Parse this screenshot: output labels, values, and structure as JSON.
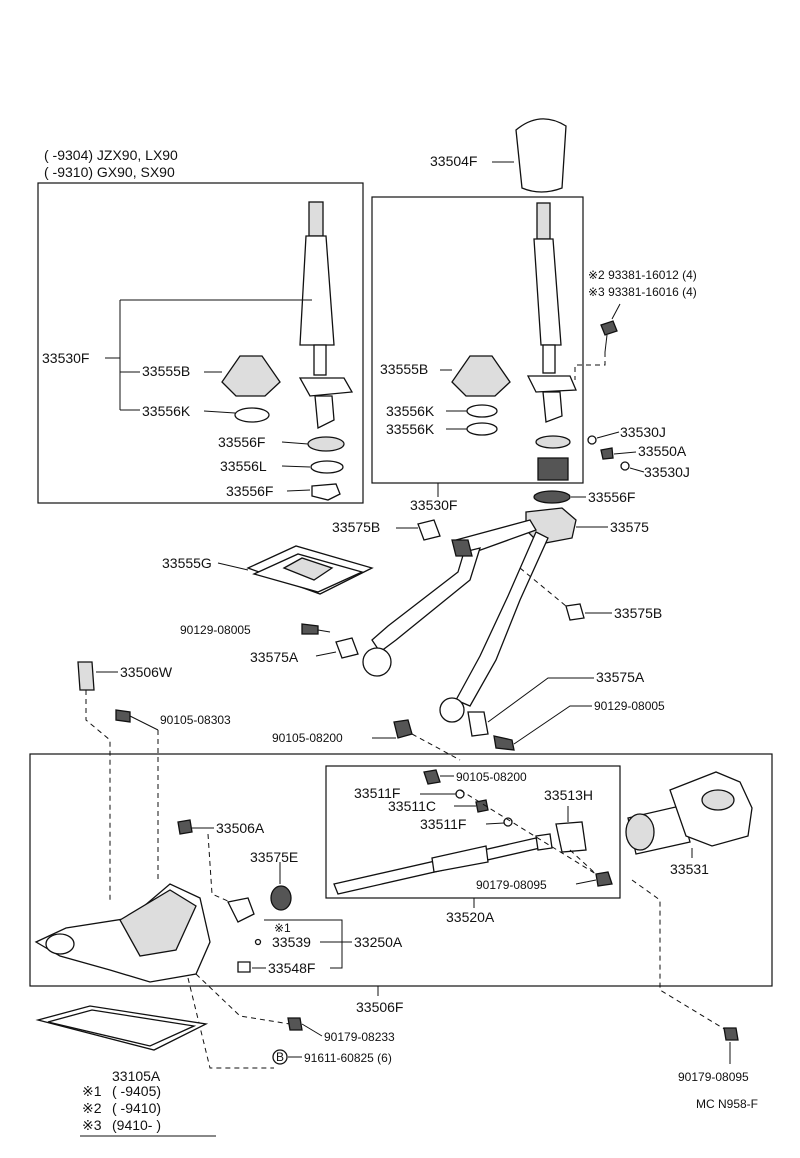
{
  "header": {
    "note1": "(      -9304) JZX90, LX90",
    "note2": "(      -9310) GX90, SX90"
  },
  "labels": {
    "p33504F": "33504F",
    "p93381_16012": "※2 93381-16012 (4)",
    "p93381_16016": "※3 93381-16016 (4)",
    "p33530F_left": "33530F",
    "p33555B_left": "33555B",
    "p33556K_left": "33556K",
    "p33556F_left_a": "33556F",
    "p33556L": "33556L",
    "p33556F_left_b": "33556F",
    "p33555B_right": "33555B",
    "p33556K_r1": "33556K",
    "p33556K_r2": "33556K",
    "p33530J_a": "33530J",
    "p33550A": "33550A",
    "p33530J_b": "33530J",
    "p33530F_bottom": "33530F",
    "p33556F_right": "33556F",
    "p33575B_a": "33575B",
    "p33575": "33575",
    "p33555G": "33555G",
    "p33575B_b": "33575B",
    "p90129_08005_a": "90129-08005",
    "p33575A_a": "33575A",
    "p33506W": "33506W",
    "p33575A_b": "33575A",
    "p90105_08303": "90105-08303",
    "p90129_08005_b": "90129-08005",
    "p90105_08200_a": "90105-08200",
    "p90105_08200_b": "90105-08200",
    "p33511F_a": "33511F",
    "p33513H": "33513H",
    "p33511C": "33511C",
    "p33511F_b": "33511F",
    "p33506A": "33506A",
    "p33575E": "33575E",
    "p33531": "33531",
    "p90179_08095_a": "90179-08095",
    "p33520A": "33520A",
    "p_note1": "※1",
    "p33539": "33539",
    "p33250A": "33250A",
    "p33548F": "33548F",
    "p33506F": "33506F",
    "p90179_08233": "90179-08233",
    "pB": "B",
    "p91611_60825": "91611-60825 (6)",
    "p33105A": "33105A",
    "p90179_08095_b": "90179-08095",
    "code": "MC N958-F"
  },
  "legend": [
    {
      "mark": "※1",
      "range": "(        -9405)"
    },
    {
      "mark": "※2",
      "range": "(        -9410)"
    },
    {
      "mark": "※3",
      "range": "(9410-        )"
    }
  ]
}
